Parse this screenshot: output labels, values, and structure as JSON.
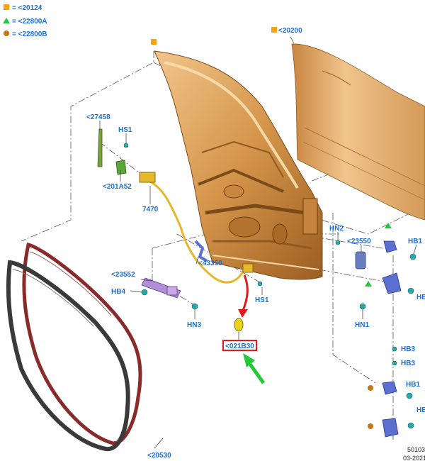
{
  "legend": [
    {
      "marker": "square",
      "color": "#f5a40c",
      "label": "= <20124"
    },
    {
      "marker": "triangle",
      "color": "#22c93a",
      "label": "= <22800A"
    },
    {
      "marker": "circle",
      "color": "#c8741c",
      "label": "= <22800B"
    }
  ],
  "parts": {
    "p20200": "<20200",
    "p27458": "<27458",
    "hs1_top": "HS1",
    "p201A52": "<201A52",
    "p7470": "7470",
    "hn2": "HN2",
    "p23550": "<23550",
    "hb1_top": "HB1",
    "p43350": "<43350",
    "p23552": "<23552",
    "hb4": "HB4",
    "hs1_bottom": "HS1",
    "hn3": "HN3",
    "hn1": "HN1",
    "hb_right_trunc": "HB",
    "p021B30": "<021B30",
    "hb3_a": "HB3",
    "hb3_b": "HB3",
    "hb1_bottom": "HB1",
    "hb_right_trunc2": "HB",
    "p20530": "<20530"
  },
  "footer": {
    "code": "50103",
    "date": "03-2021"
  },
  "colors": {
    "label": "#1a6fd8",
    "door_panel": "#d89a50",
    "seal_black": "#3a3a3a",
    "seal_red": "#8a2a2a",
    "bracket_blue": "#5b6fd0",
    "fastener_teal": "#2aa9a9",
    "harness_yellow": "#e6b82a",
    "callout_box": "#e21a1a",
    "arrow_red": "#e21a1a",
    "arrow_green": "#22c93a"
  }
}
